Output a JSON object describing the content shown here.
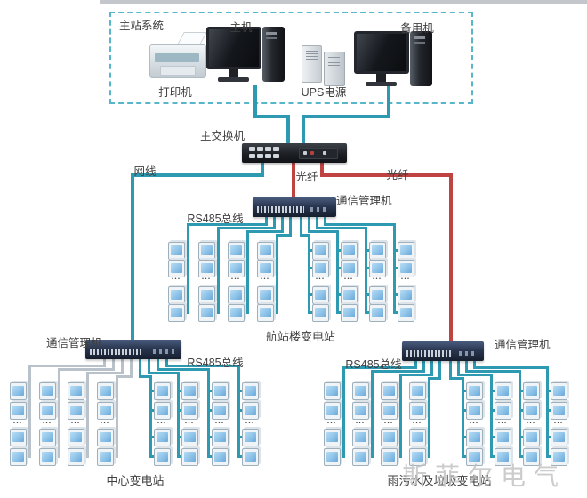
{
  "labels": {
    "main_box": "主站系统",
    "printer": "打印机",
    "host": "主机",
    "ups": "UPS电源",
    "backup": "备用机",
    "switch": "主交换机",
    "lan": "网线",
    "fiber_left": "光纤",
    "fiber_right": "光纤",
    "manager_mid": "通信管理机",
    "manager_left": "通信管理机",
    "manager_right": "通信管理机",
    "bus_mid": "RS485总线",
    "bus_left": "RS485总线",
    "bus_right": "RS485总线",
    "station_mid": "航站楼变电站",
    "station_left": "中心变电站",
    "station_right": "雨污水及垃圾变电站",
    "ellipsis": "...",
    "watermark": "斯菲尔电气"
  },
  "structure": {
    "substations": [
      {
        "name": "航站楼变电站",
        "meter_columns": 8,
        "visible_meters_per_column": 4,
        "more_indicator": "..."
      },
      {
        "name": "中心变电站",
        "meter_columns": 8,
        "visible_meters_per_column": 4,
        "more_indicator": "..."
      },
      {
        "name": "雨污水及垃圾变电站",
        "meter_columns": 8,
        "visible_meters_per_column": 4,
        "more_indicator": "..."
      }
    ]
  },
  "colors": {
    "bus_teal": "#2e9ab1",
    "fiber_red": "#bf4341",
    "bus_gray": "#b9c2ca",
    "dashed_border": "#57b6ca",
    "label_text": "#3f3f3f",
    "watermark_gray": "#c2c2c2"
  }
}
